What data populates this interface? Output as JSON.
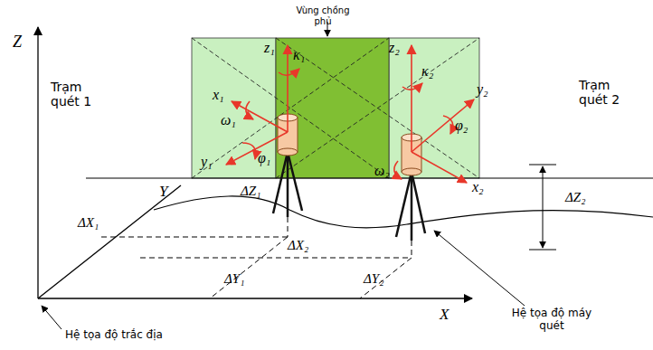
{
  "diagram": {
    "labels": [
      "Vùng chồng phủ",
      "Z",
      "Trạm quét 1",
      "z₁",
      "κ₁",
      "x₁",
      "ω₁",
      "φ₁",
      "y₁",
      "Y",
      "ΔZ₁",
      "z₂",
      "κ₂",
      "y₂",
      "φ₂",
      "ω₂",
      "x₂",
      "Trạm quét 2",
      "ΔZ₂",
      "ΔX₁",
      "ΔX₂",
      "ΔY₁",
      "ΔY₂",
      "X",
      "Hệ tọa độ trắc địa",
      "Hệ tọa độ máy quét"
    ]
  }
}
